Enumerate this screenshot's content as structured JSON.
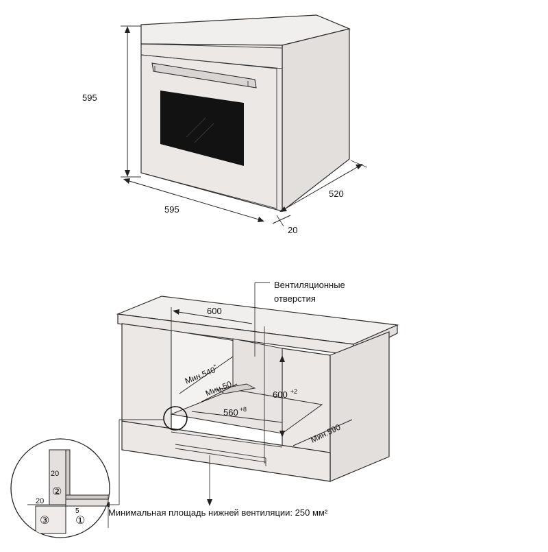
{
  "oven": {
    "height_label": "595",
    "width_label": "595",
    "depth_label": "520",
    "front_offset_label": "20"
  },
  "cabinet": {
    "ventilation_label_line1": "Вентиляционные",
    "ventilation_label_line2": "отверстия",
    "top_width_label": "600",
    "min_depth_label": "Мин.540",
    "min_depth_sup": "*",
    "min_gap_label": "Мин.50",
    "niche_height_label": "600",
    "niche_height_tol": "+2",
    "niche_width_label": "560",
    "niche_width_tol": "+8",
    "min_cab_depth_label": "Мин.590"
  },
  "detail": {
    "dim_vertical": "20",
    "dim_horizontal": "20",
    "dim_gap": "5",
    "callout_1": "①",
    "callout_2": "②",
    "callout_3": "③"
  },
  "footer": {
    "min_vent_area": "Минимальная площадь нижней вентиляции: 250 мм²"
  },
  "colors": {
    "line": "#2a2a2a",
    "panel": "#ebe8e6",
    "window": "#121212"
  }
}
